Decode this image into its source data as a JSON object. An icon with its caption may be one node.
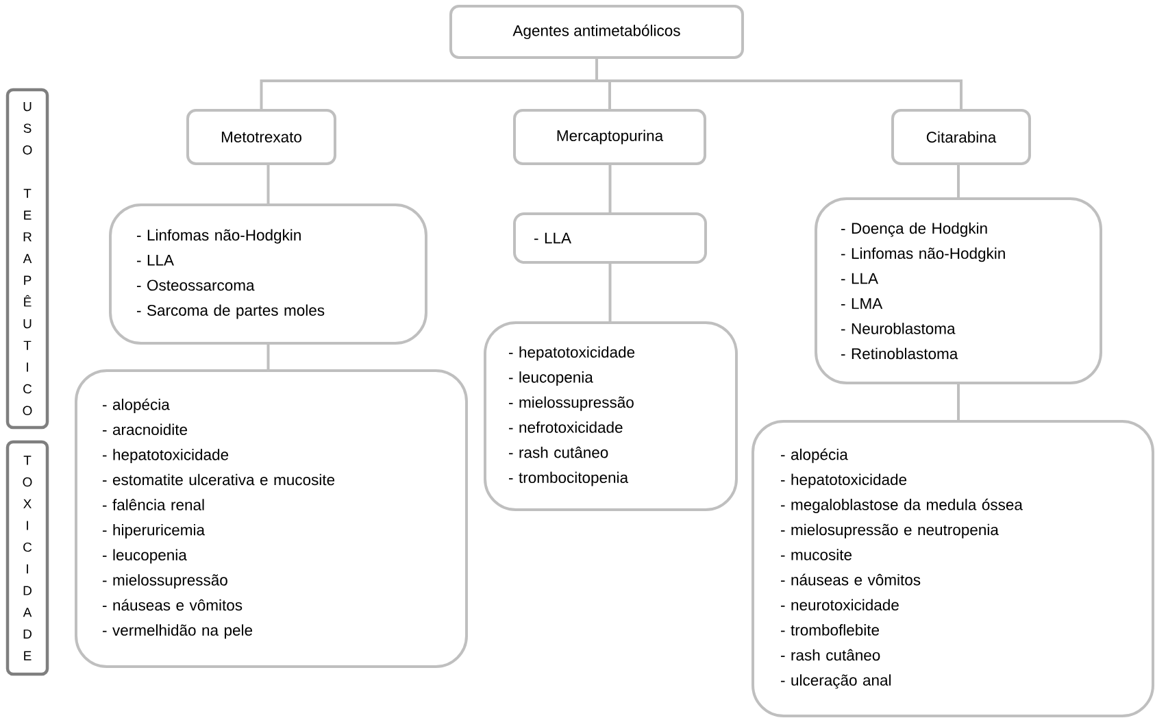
{
  "diagram": {
    "nodes": [
      {
        "text": [
          "Agentes antimetabólicos"
        ]
      },
      {
        "text": [
          "Metotrexato"
        ]
      },
      {
        "text": [
          "Mercaptopurina"
        ]
      },
      {
        "text": [
          "Citarabina"
        ]
      },
      {
        "text": [
          "USO TERAPÊUTICO"
        ]
      },
      {
        "text": [
          "- Linfomas não-Hodgkin",
          "- LLA",
          "- Osteossarcoma",
          "- Sarcoma de partes moles"
        ]
      },
      {
        "text": [
          "- LLA"
        ]
      },
      {
        "text": [
          "- Doença de Hodgkin",
          "- Linfomas não-Hodgkin",
          "- LLA",
          "- LMA",
          "- Neuroblastoma",
          "- Retinoblastoma"
        ]
      },
      {
        "text": [
          "TOXICIDADE"
        ]
      },
      {
        "text": [
          "- alopécia",
          "- aracnoidite",
          "- hepatotoxicidade",
          "- estomatite ulcerativa e mucosite",
          "- falência renal",
          "- hiperuricemia",
          "- leucopenia",
          "- mielossupressão",
          "- náuseas e vômitos",
          "- vermelhidão na pele"
        ]
      },
      {
        "text": [
          "- hepatotoxicidade",
          "- leucopenia",
          "- mielossupressão",
          "- nefrotoxicidade",
          "- rash cutâneo",
          "- trombocitopenia"
        ]
      },
      {
        "text": [
          "- alopécia",
          "- hepatotoxicidade",
          "- megaloblastose da medula óssea",
          "- mielosupressão e neutropenia",
          "- mucosite",
          "- náuseas e vômitos",
          "- neurotoxicidade",
          "- tromboflebite",
          "- rash cutâneo",
          "- ulceração anal"
        ]
      }
    ],
    "edges": [
      {
        "from": 0,
        "to": 1,
        "arrow": "none"
      },
      {
        "from": 0,
        "to": 2,
        "arrow": "none"
      },
      {
        "from": 0,
        "to": 3,
        "arrow": "none"
      },
      {
        "from": 1,
        "to": 5,
        "arrow": "none"
      },
      {
        "from": 5,
        "to": 9,
        "arrow": "none"
      },
      {
        "from": 2,
        "to": 6,
        "arrow": "none"
      },
      {
        "from": 6,
        "to": 10,
        "arrow": "none"
      },
      {
        "from": 3,
        "to": 7,
        "arrow": "none"
      },
      {
        "from": 7,
        "to": 11,
        "arrow": "none"
      }
    ]
  }
}
